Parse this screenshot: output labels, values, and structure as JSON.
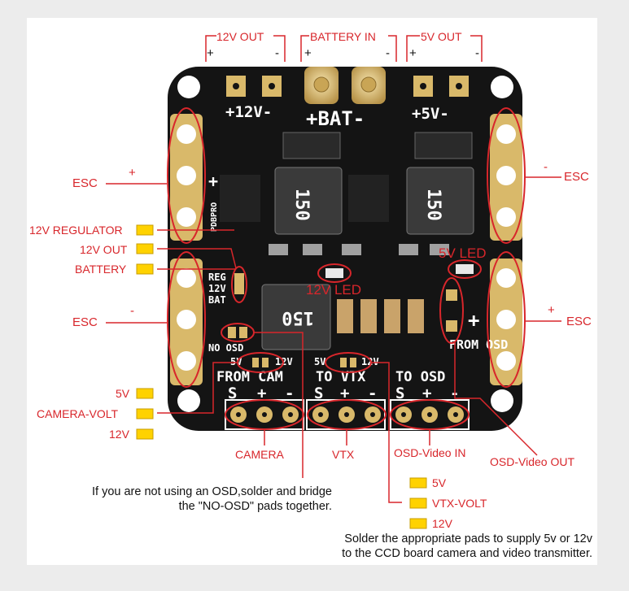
{
  "labels": {
    "out12_top": "12V OUT",
    "battery_in": "BATTERY IN",
    "out5_top": "5V OUT",
    "plus": "+",
    "minus": "-",
    "esc": "ESC",
    "reg12": "12V REGULATOR",
    "out12_side": "12V OUT",
    "battery": "BATTERY",
    "led12": "12V LED",
    "led5": "5V LED",
    "five_v": "5V",
    "twelve_v": "12V",
    "camera_volt": "CAMERA-VOLT",
    "vtx_volt": "VTX-VOLT",
    "camera": "CAMERA",
    "vtx": "VTX",
    "osd_in": "OSD-Video IN",
    "osd_out": "OSD-Video OUT"
  },
  "notes": {
    "osd_line1": "If you are not using an OSD,solder and bridge",
    "osd_line2": "the \"NO-OSD\" pads together.",
    "ccd_line1": "Solder the appropriate pads to supply 5v or 12v",
    "ccd_line2": "to the CCD board camera and video transmitter."
  },
  "silk": {
    "plus12": "+12V-",
    "bat": "+BAT-",
    "plus5": "+5V-",
    "inductor": "150",
    "from_cam": "FROM CAM",
    "to_vtx": "TO VTX",
    "to_osd": "TO OSD",
    "from_osd": "FROM OSD",
    "s": "S",
    "no_osd": "NO OSD",
    "reg": "REG",
    "v12": "12V",
    "bat_small": "BAT",
    "pdbpro": "PDBPRO",
    "v5": "5V"
  },
  "colors": {
    "accent": "#d8262b",
    "badge": "#ffd200",
    "pcb": "#141414",
    "gold": "#d9b96a"
  }
}
